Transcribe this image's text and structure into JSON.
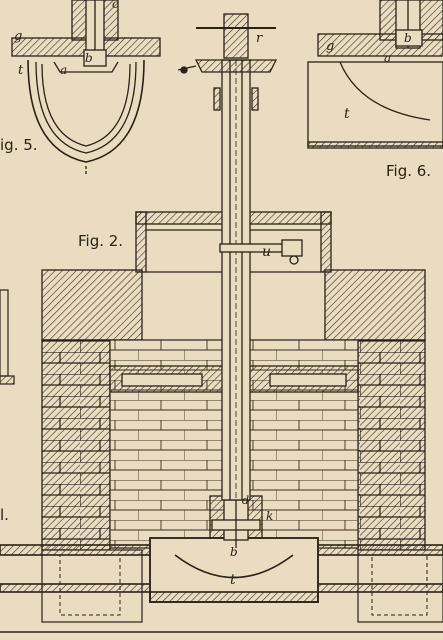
{
  "figures": {
    "fig2": "Fig. 2.",
    "fig5": "ig. 5.",
    "fig6": "Fig. 6."
  },
  "labels": {
    "fig5_a": "a",
    "fig5_b": "b",
    "fig5_c": "c",
    "fig5_g": "g",
    "fig5_t": "t",
    "fig6_a": "a",
    "fig6_b": "b",
    "fig6_g": "g",
    "fig6_t": "t",
    "fig2_r": "r",
    "fig2_u": "u",
    "fig2_d": "d",
    "fig2_k": "k",
    "fig2_b": "b",
    "fig2_t": "t",
    "edge_l": "l."
  },
  "colors": {
    "paper": "#e9dcc1",
    "ink": "#2a2218",
    "hatch": "#3a3024"
  }
}
